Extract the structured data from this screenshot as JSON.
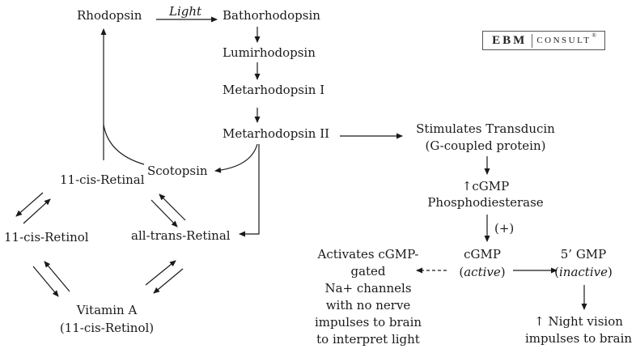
{
  "logo": {
    "brand": "EBM",
    "suffix": "CONSULT",
    "reg": "®"
  },
  "nodes": {
    "rhodopsin": "Rhodopsin",
    "light": "Light",
    "bathorhodopsin": "Bathorhodopsin",
    "lumirhodopsin": "Lumirhodopsin",
    "metarhodopsin1": "Metarhodopsin I",
    "metarhodopsin2": "Metarhodopsin II",
    "scotopsin": "Scotopsin",
    "cis_retinal": "11-cis-Retinal",
    "cis_retinol": "11-cis-Retinol",
    "trans_retinal": "all-trans-Retinal",
    "vitamin_a_1": "Vitamin A",
    "vitamin_a_2": "(11-cis-Retinol)",
    "transducin_1": "Stimulates Transducin",
    "transducin_2": "(G-coupled protein)",
    "pde_1": "↑cGMP",
    "pde_2": "Phosphodiesterase",
    "plus": "(+)",
    "cgmp_1": "cGMP",
    "cgmp_2": "active",
    "gmp_1": "5’ GMP",
    "gmp_2": "inactive",
    "night_1": "↑ Night vision",
    "night_2": "impulses to brain",
    "channels": [
      "Activates cGMP-",
      "gated",
      "Na+ channels",
      "with no nerve",
      "impulses to brain",
      "to interpret light"
    ]
  }
}
